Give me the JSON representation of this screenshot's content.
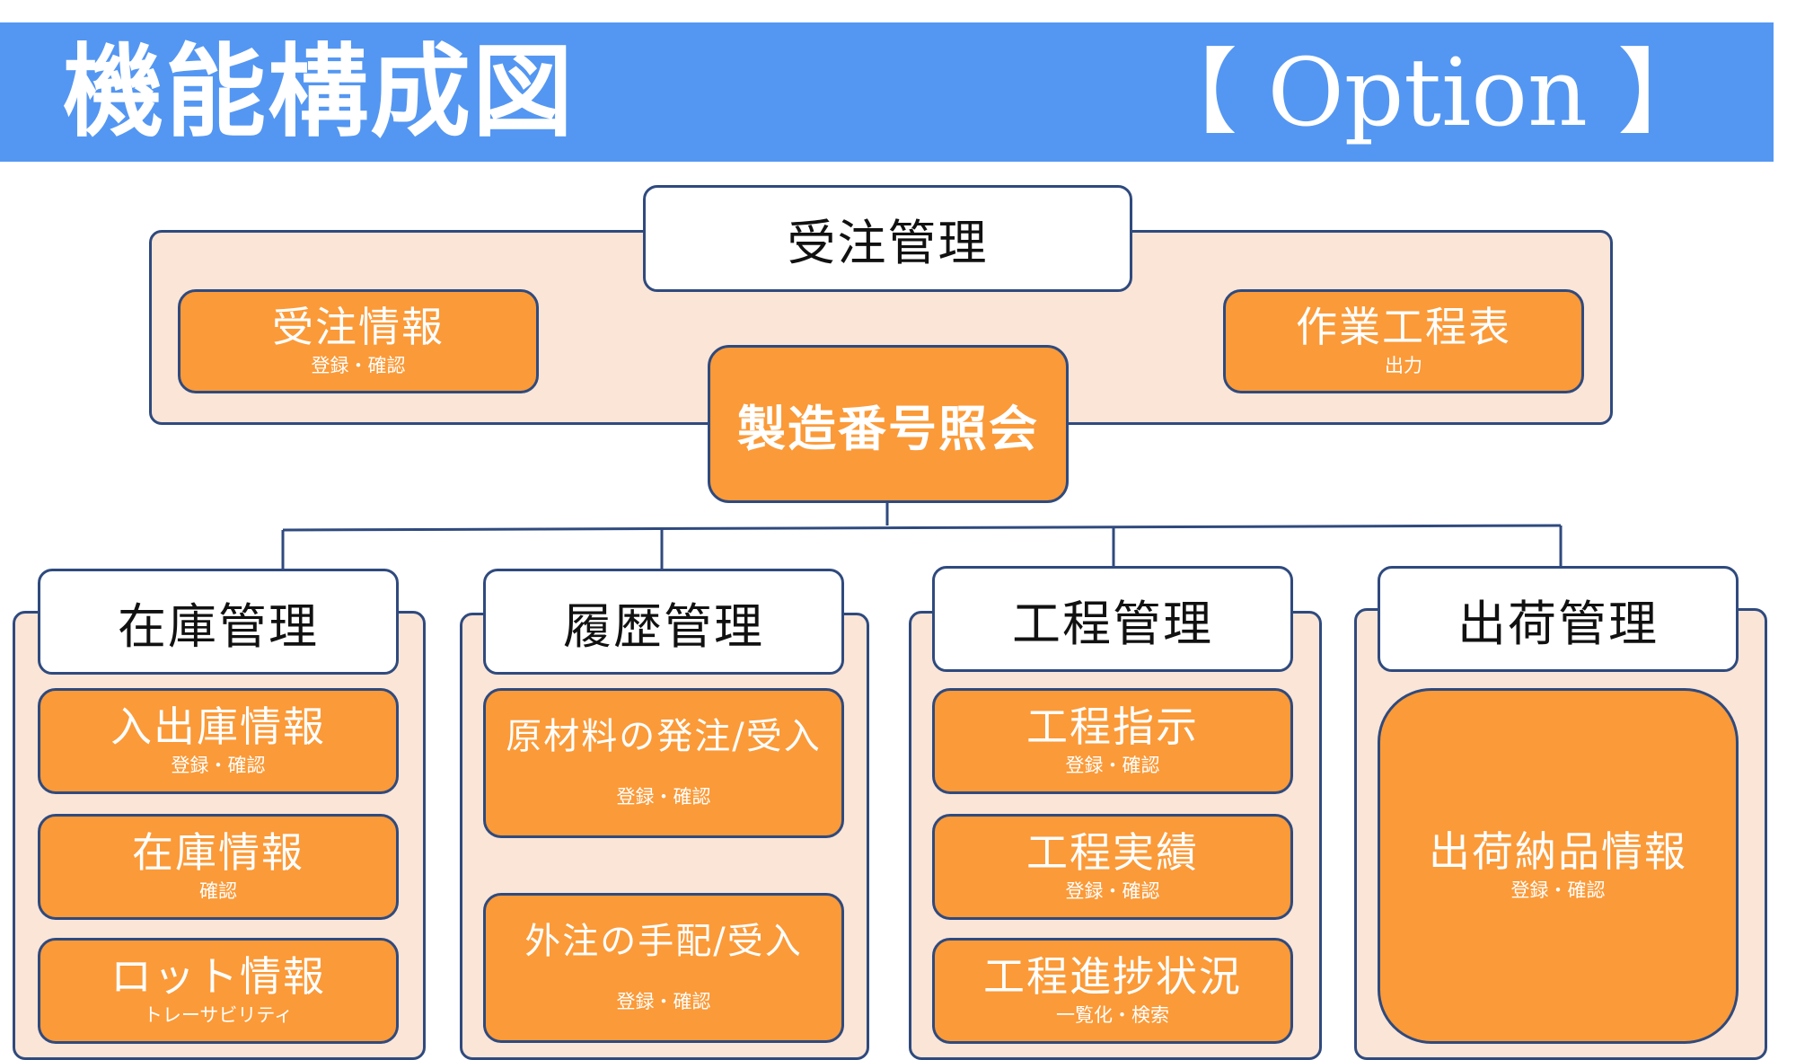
{
  "header": {
    "title": "機能構成図",
    "option": "【 Option 】"
  },
  "colors": {
    "title_bar": "#5497f2",
    "container_fill": "#fbe5d6",
    "function_fill": "#fb9a38",
    "border": "#2f4a7e"
  },
  "order_management": {
    "title": "受注管理",
    "order_info": {
      "label": "受注情報",
      "sub": "登録・確認"
    },
    "work_process_table": {
      "label": "作業工程表",
      "sub": "出力"
    }
  },
  "center": {
    "label": "製造番号照会"
  },
  "inventory": {
    "title": "在庫管理",
    "items": [
      {
        "label": "入出庫情報",
        "sub": "登録・確認"
      },
      {
        "label": "在庫情報",
        "sub": "確認"
      },
      {
        "label": "ロット情報",
        "sub": "トレーサビリティ"
      }
    ]
  },
  "history": {
    "title": "履歴管理",
    "items": [
      {
        "label": "原材料の発注/受入",
        "sub": "登録・確認"
      },
      {
        "label": "外注の手配/受入",
        "sub": "登録・確認"
      }
    ]
  },
  "process": {
    "title": "工程管理",
    "items": [
      {
        "label": "工程指示",
        "sub": "登録・確認"
      },
      {
        "label": "工程実績",
        "sub": "登録・確認"
      },
      {
        "label": "工程進捗状況",
        "sub": "一覧化・検索"
      }
    ]
  },
  "shipping": {
    "title": "出荷管理",
    "items": [
      {
        "label": "出荷納品情報",
        "sub": "登録・確認"
      }
    ]
  }
}
